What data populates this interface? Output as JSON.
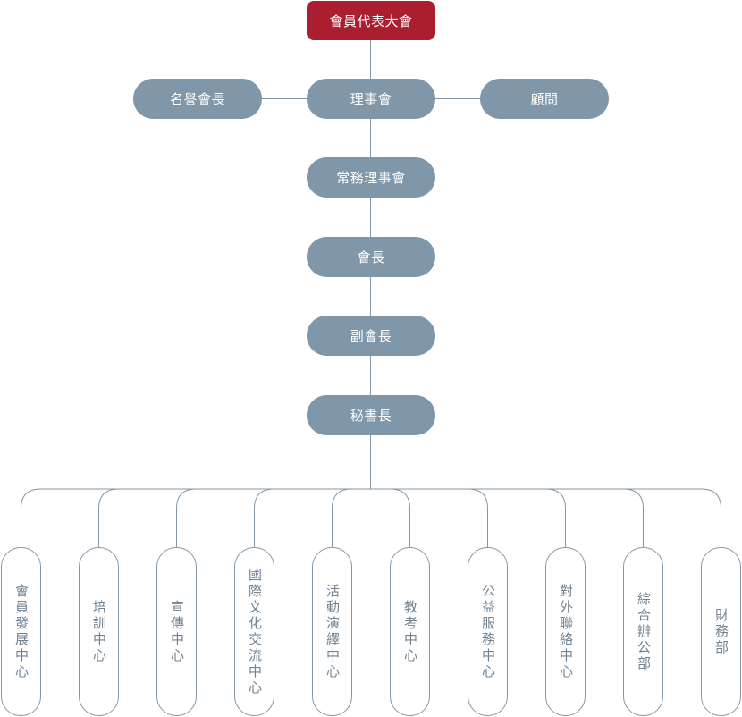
{
  "colors": {
    "root": "#ab1e30",
    "node": "#7f97a8",
    "line": "#8497a7",
    "leaf_text": "#6f8292"
  },
  "nodes": {
    "root": "會員代表大會",
    "board": "理事會",
    "honorary": "名譽會長",
    "advisor": "顧問",
    "standing": "常務理事會",
    "president": "會長",
    "vice": "副會長",
    "secretary": "秘書長"
  },
  "departments": [
    "會員發展中心",
    "培訓中心",
    "宣傳中心",
    "國際文化交流中心",
    "活動演繹中心",
    "教考中心",
    "公益服務中心",
    "對外聯絡中心",
    "綜合辦公部",
    "財務部"
  ]
}
